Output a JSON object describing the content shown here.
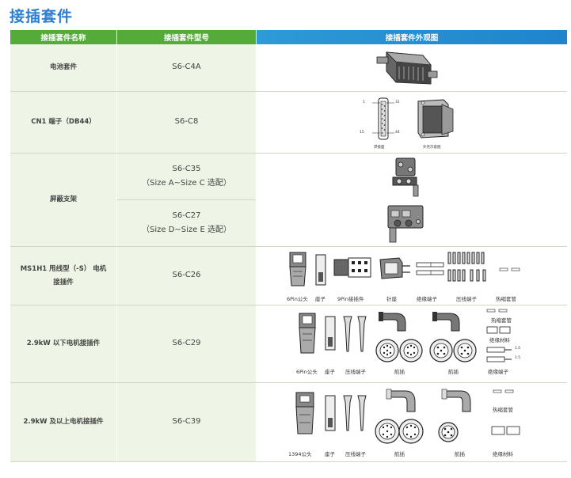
{
  "page_title": "接插套件",
  "header": {
    "col1": "接插套件名称",
    "col2": "接插套件型号",
    "col3": "接插套件外观图"
  },
  "rows": [
    {
      "name": "电池套件",
      "models": [
        "S6-C4A"
      ]
    },
    {
      "name": "CN1 端子（DB44）",
      "models": [
        "S6-C8"
      ],
      "captions": {
        "solder": "焊接面",
        "outline": "外壳示意图",
        "pin1": "1",
        "pin15": "15",
        "pin31": "31",
        "pin44": "44"
      }
    },
    {
      "name": "屏蔽支架",
      "models": [
        "S6-C35\n（Size A~Size C 选配）",
        "S6-C27\n（Size D~Size E 选配）"
      ]
    },
    {
      "name": "MS1H1 甩线型（-S） 电机\n接插件",
      "models": [
        "S6-C26"
      ],
      "captions": [
        "6Pin公头",
        "座子",
        "9Pin接插件",
        "针座",
        "绝缘端子",
        "压线端子",
        "热缩套管"
      ]
    },
    {
      "name": "2.9kW 以下电机接插件",
      "models": [
        "S6-C29"
      ],
      "captions": [
        "6Pin公头",
        "座子",
        "压线端子",
        "航插",
        "航插",
        "热缩套管",
        "绝缘材料",
        "绝缘端子",
        "1.0",
        "1.5"
      ]
    },
    {
      "name": "2.9kW 及以上电机接插件",
      "models": [
        "S6-C39"
      ],
      "captions": [
        "1394公头",
        "座子",
        "压线端子",
        "航插",
        "航插",
        "热缩套管",
        "绝缘材料"
      ]
    }
  ]
}
